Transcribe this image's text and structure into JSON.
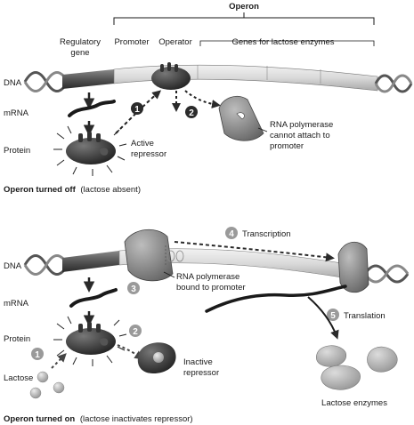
{
  "top": {
    "operon_label": "Operon",
    "regulatory_gene_line1": "Regulatory",
    "regulatory_gene_line2": "gene",
    "promoter_label": "Promoter",
    "operator_label": "Operator",
    "genes_label": "Genes for lactose enzymes",
    "dna_label": "DNA",
    "mrna_label": "mRNA",
    "protein_label": "Protein",
    "active_repressor_line1": "Active",
    "active_repressor_line2": "repressor",
    "rnap_note_line1": "RNA polymerase",
    "rnap_note_line2": "cannot attach to",
    "rnap_note_line3": "promoter",
    "step1": "1",
    "step2": "2",
    "caption_bold": "Operon turned off",
    "caption_rest": "(lactose absent)"
  },
  "bottom": {
    "dna_label": "DNA",
    "mrna_label": "mRNA",
    "protein_label": "Protein",
    "lactose_label": "Lactose",
    "transcription_label": "Transcription",
    "rnap_bound_line1": "RNA polymerase",
    "rnap_bound_line2": "bound to promoter",
    "inactive_line1": "Inactive",
    "inactive_line2": "repressor",
    "translation_label": "Translation",
    "enzymes_label": "Lactose enzymes",
    "step1": "1",
    "step2": "2",
    "step3": "3",
    "step4": "4",
    "step5": "5",
    "caption_bold": "Operon turned on",
    "caption_rest": "(lactose inactivates repressor)"
  },
  "colors": {
    "step_badge_dark": "#2b2b2b",
    "step_badge_light": "#9a9a9a"
  }
}
